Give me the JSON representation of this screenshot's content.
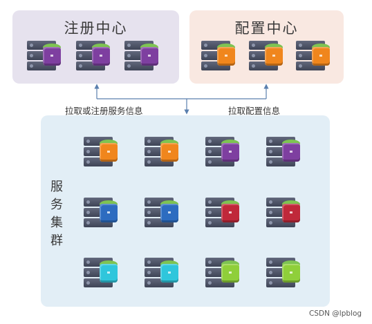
{
  "registry": {
    "title": "注册中心",
    "servers": [
      {
        "color": "#7e3fa0"
      },
      {
        "color": "#7e3fa0"
      },
      {
        "color": "#7e3fa0"
      }
    ]
  },
  "config_center": {
    "title": "配置中心",
    "servers": [
      {
        "color": "#f0861d"
      },
      {
        "color": "#f0861d"
      },
      {
        "color": "#f0861d"
      }
    ]
  },
  "arrows": {
    "pull_registry_label": "拉取或注册服务信息",
    "pull_config_label": "拉取配置信息"
  },
  "cluster": {
    "title_chars": [
      "服",
      "务",
      "集",
      "群"
    ],
    "rows": [
      [
        {
          "color": "#f0861d"
        },
        {
          "color": "#f0861d"
        },
        {
          "color": "#7e3fa0"
        },
        {
          "color": "#7e3fa0"
        }
      ],
      [
        {
          "color": "#2d6cc0"
        },
        {
          "color": "#2d6cc0"
        },
        {
          "color": "#c0283a"
        },
        {
          "color": "#c0283a"
        }
      ],
      [
        {
          "color": "#2fc6dc"
        },
        {
          "color": "#2fc6dc"
        },
        {
          "color": "#8fcf3a"
        },
        {
          "color": "#8fcf3a"
        }
      ]
    ],
    "link_color": "#a8d46a"
  },
  "watermark": "CSDN @lpblog"
}
